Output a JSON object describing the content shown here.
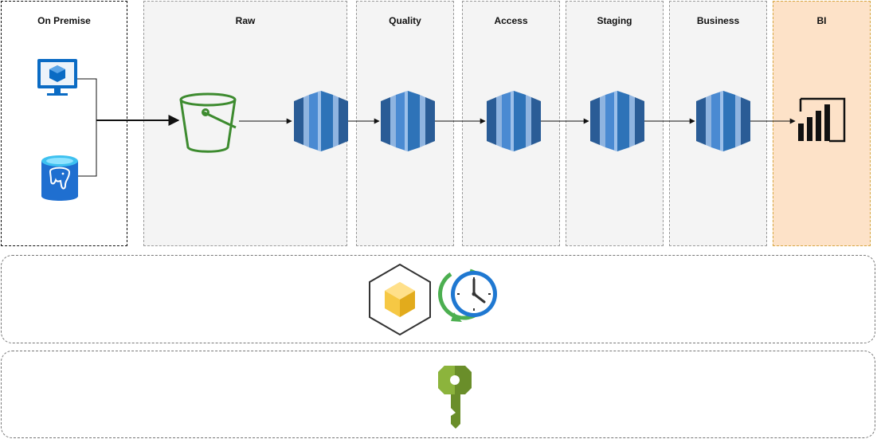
{
  "zones": {
    "on_premise": "On Premise",
    "raw": "Raw",
    "quality": "Quality",
    "access": "Access",
    "staging": "Staging",
    "business": "Business",
    "bi": "BI"
  },
  "icons": {
    "source_vm": "virtual-machine-icon",
    "source_db": "postgresql-database-icon",
    "storage": "s3-bucket-icon",
    "warehouse": "redshift-icon",
    "bi_tool": "power-bi-icon",
    "orchestration": "workflow-cube-icon",
    "scheduler": "scheduler-clock-icon",
    "security": "kms-key-icon"
  },
  "colors": {
    "bi_zone_fill": "#fde2c8",
    "bucket_green": "#3d8b2f",
    "redshift_blue": "#2e73b8",
    "key_green": "#6a8e2a"
  }
}
